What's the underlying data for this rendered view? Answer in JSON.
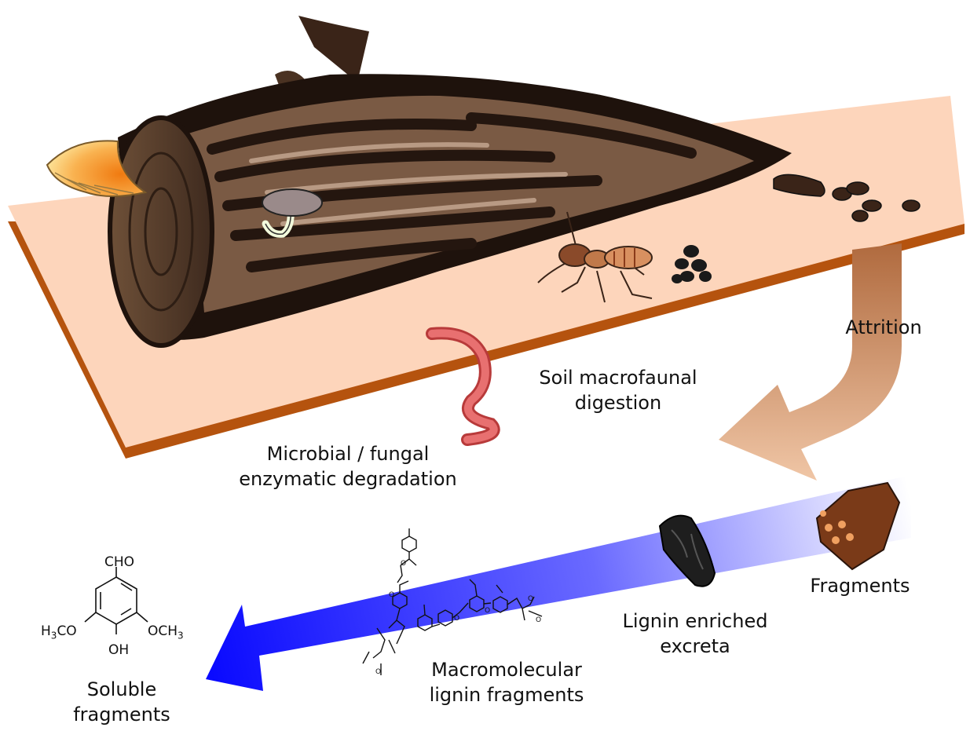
{
  "labels": {
    "microbial": [
      "Microbial / fungal",
      "enzymatic degradation"
    ],
    "soil": [
      "Soil macrofaunal",
      "digestion"
    ],
    "attrition": "Attrition",
    "fragments": "Fragments",
    "excreta": [
      "Lignin enriched",
      "excreta"
    ],
    "macromolecular": [
      "Macromolecular",
      "lignin fragments"
    ],
    "soluble": [
      "Soluble",
      "fragments"
    ]
  },
  "molecule": {
    "top": "CHO",
    "left": "H3CO",
    "right": "OCH3",
    "bottom": "OH"
  },
  "colors": {
    "ground": "#fdd5bb",
    "ground_edge": "#b5530e",
    "log_bark": "#5a3c2c",
    "log_dark": "#1e120c",
    "attrition_arrow": "#c98a5e",
    "degradation_arrow": "#1414ff"
  }
}
